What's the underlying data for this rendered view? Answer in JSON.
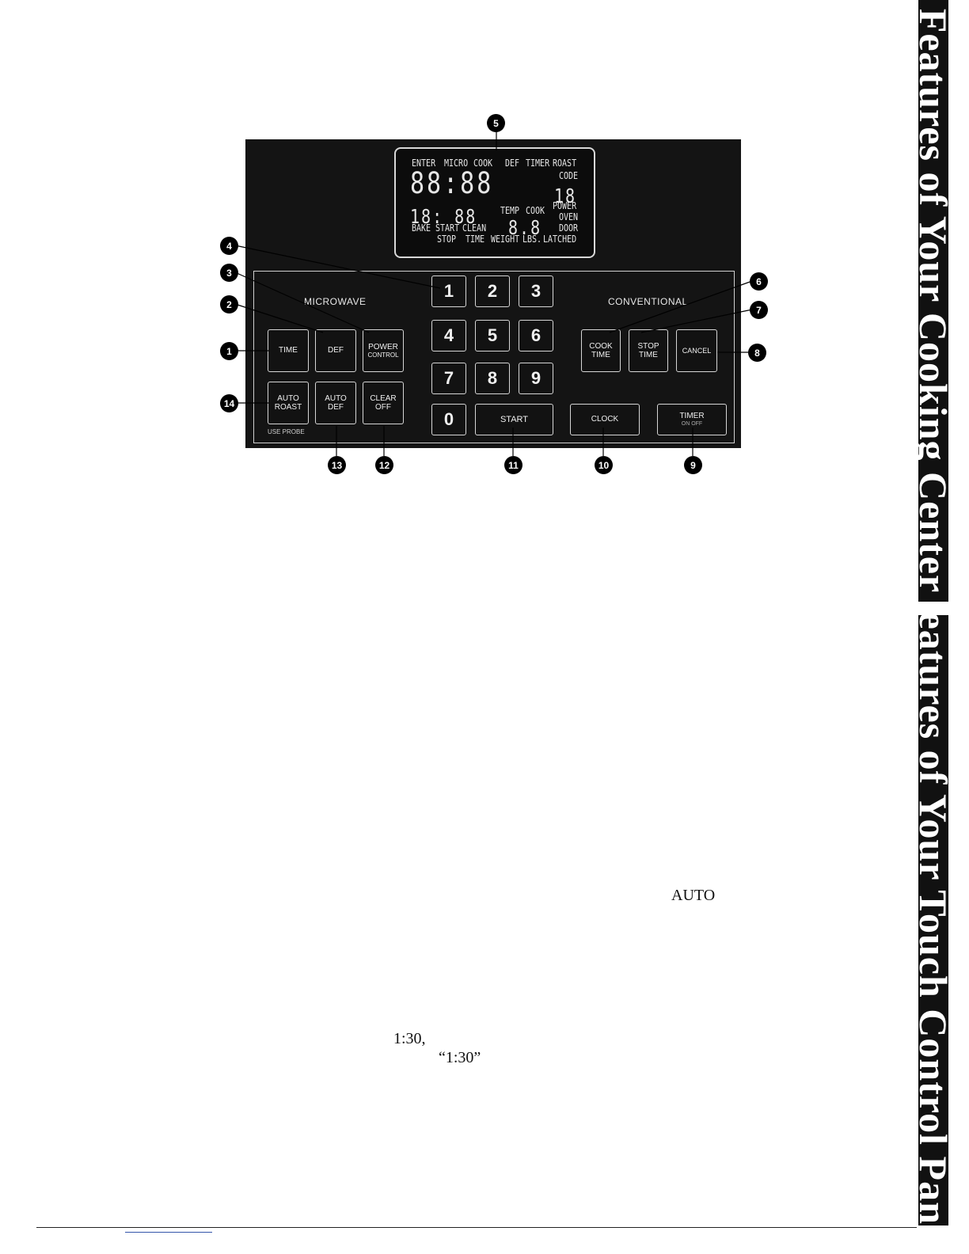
{
  "side_tabs": [
    "Features of Your Cooking Center",
    "Features of Your Touch Control Panel"
  ],
  "display": {
    "annunciators_top": [
      "ENTER",
      "MICRO",
      "COOK",
      "DEF",
      "TIMER",
      "ROAST"
    ],
    "main_digits": "88:88",
    "code_label": "CODE",
    "code_digits": "18",
    "clock_digits": "18: 88",
    "temp_label": "TEMP",
    "cook_label": "COOK",
    "power_label": "POWER",
    "mid_digits": "8.8",
    "oven_label": "OVEN",
    "door_label": "DOOR",
    "bake_label": "BAKE",
    "start_label": "START",
    "clean_label": "CLEAN",
    "stop_label": "STOP",
    "time_label": "TIME",
    "weight_label": "WEIGHT",
    "lbs_label": "LBS.",
    "latched_label": "LATCHED"
  },
  "sections": {
    "microwave": "MICROWAVE",
    "conventional": "CONVENTIONAL"
  },
  "microwave_keys": {
    "time": "TIME",
    "def": "DEF",
    "power_line1": "POWER",
    "power_line2": "CONTROL",
    "auto_roast_line1": "AUTO",
    "auto_roast_line2": "ROAST",
    "auto_def_line1": "AUTO",
    "auto_def_line2": "DEF",
    "clear_line1": "CLEAR",
    "clear_line2": "OFF",
    "use_probe": "USE PROBE"
  },
  "number_keys": [
    "1",
    "2",
    "3",
    "4",
    "5",
    "6",
    "7",
    "8",
    "9",
    "0"
  ],
  "start_key": "START",
  "conventional_keys": {
    "cook_line1": "COOK",
    "cook_line2": "TIME",
    "stop_line1": "STOP",
    "stop_line2": "TIME",
    "cancel": "CANCEL",
    "clock": "CLOCK",
    "timer_line1": "TIMER",
    "timer_line2": "ON OFF"
  },
  "callouts": [
    "1",
    "2",
    "3",
    "4",
    "5",
    "6",
    "7",
    "8",
    "9",
    "10",
    "11",
    "12",
    "13",
    "14"
  ],
  "stray_text": {
    "auto": "AUTO",
    "time_value": "1:30,",
    "time_quote": "“1:30”"
  }
}
